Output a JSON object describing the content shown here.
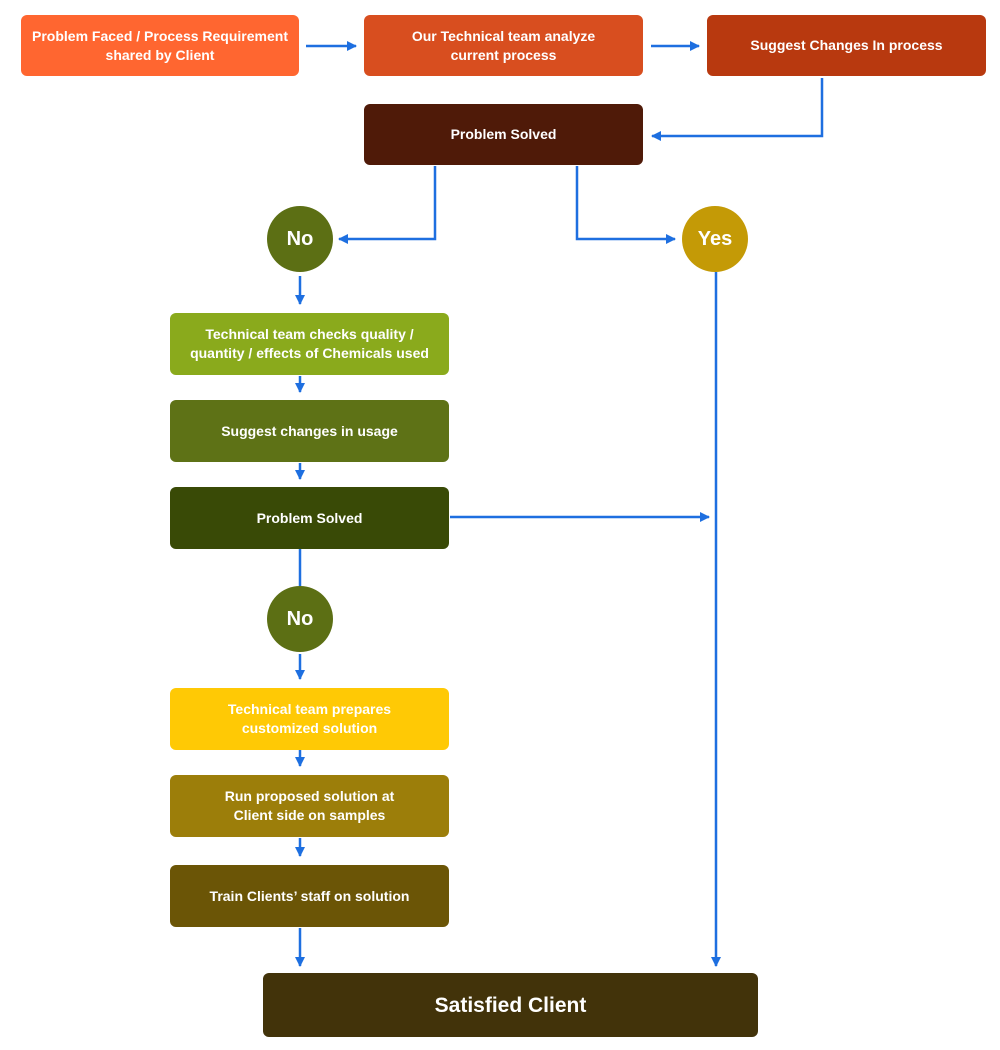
{
  "nodes": {
    "client_problem": {
      "label": "Problem Faced / Process Requirement\nshared by Client",
      "color": "#FF6630"
    },
    "team_analyze": {
      "label": "Our Technical team analyze\ncurrent process",
      "color": "#D84E1F"
    },
    "suggest_process": {
      "label": "Suggest Changes In process",
      "color": "#B8390F"
    },
    "solved_1": {
      "label": "Problem Solved",
      "color": "#4F1A08"
    },
    "no_1": {
      "label": "No",
      "color": "#5C6F14"
    },
    "yes": {
      "label": "Yes",
      "color": "#C49A06"
    },
    "checks_quality": {
      "label": "Technical team checks quality /\nquantity / effects of Chemicals used",
      "color": "#8AAA1C"
    },
    "suggest_usage": {
      "label": "Suggest changes in usage",
      "color": "#5E7216"
    },
    "solved_2": {
      "label": "Problem Solved",
      "color": "#394A06"
    },
    "no_2": {
      "label": "No",
      "color": "#5C6F14"
    },
    "custom_solution": {
      "label": "Technical team prepares\ncustomized solution",
      "color": "#FFC905"
    },
    "run_solution": {
      "label": "Run proposed solution at\nClient side on samples",
      "color": "#9C7E0A"
    },
    "train_staff": {
      "label": "Train Clients’ staff on solution",
      "color": "#6B5506"
    },
    "satisfied": {
      "label": "Satisfied Client",
      "color": "#42330A"
    }
  },
  "connector_color": "#1E6FE0"
}
